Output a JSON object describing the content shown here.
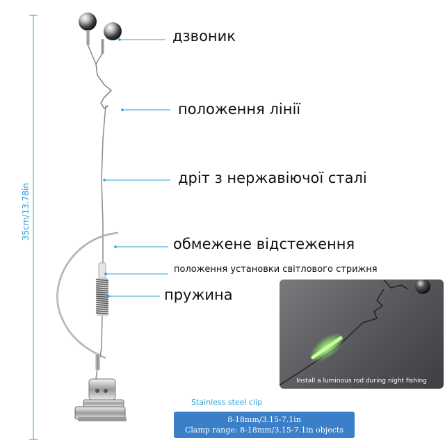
{
  "labels": {
    "bell": "дзвоник",
    "line_position": "положення лінії",
    "stainless_wire": "дріт з нержавіючої сталі",
    "limited_tracking": "обмежене відстеження",
    "glow_stick_position": "положення установки світлового стрижня",
    "spring": "пружина"
  },
  "dimension": "35cm/13.78in",
  "clip": {
    "title": "Stainless steel clip",
    "spec_line1": "8-18mm/3.15-7.1in",
    "spec_line2": "Clamp range: 8-18mm/3.15-7.1in objects"
  },
  "inset": {
    "caption": "Install a luminous rod during night fishing"
  },
  "colors": {
    "accent": "#2e9fd8",
    "spec_box": "#3a7fc8",
    "glow": "#8dff6a"
  }
}
